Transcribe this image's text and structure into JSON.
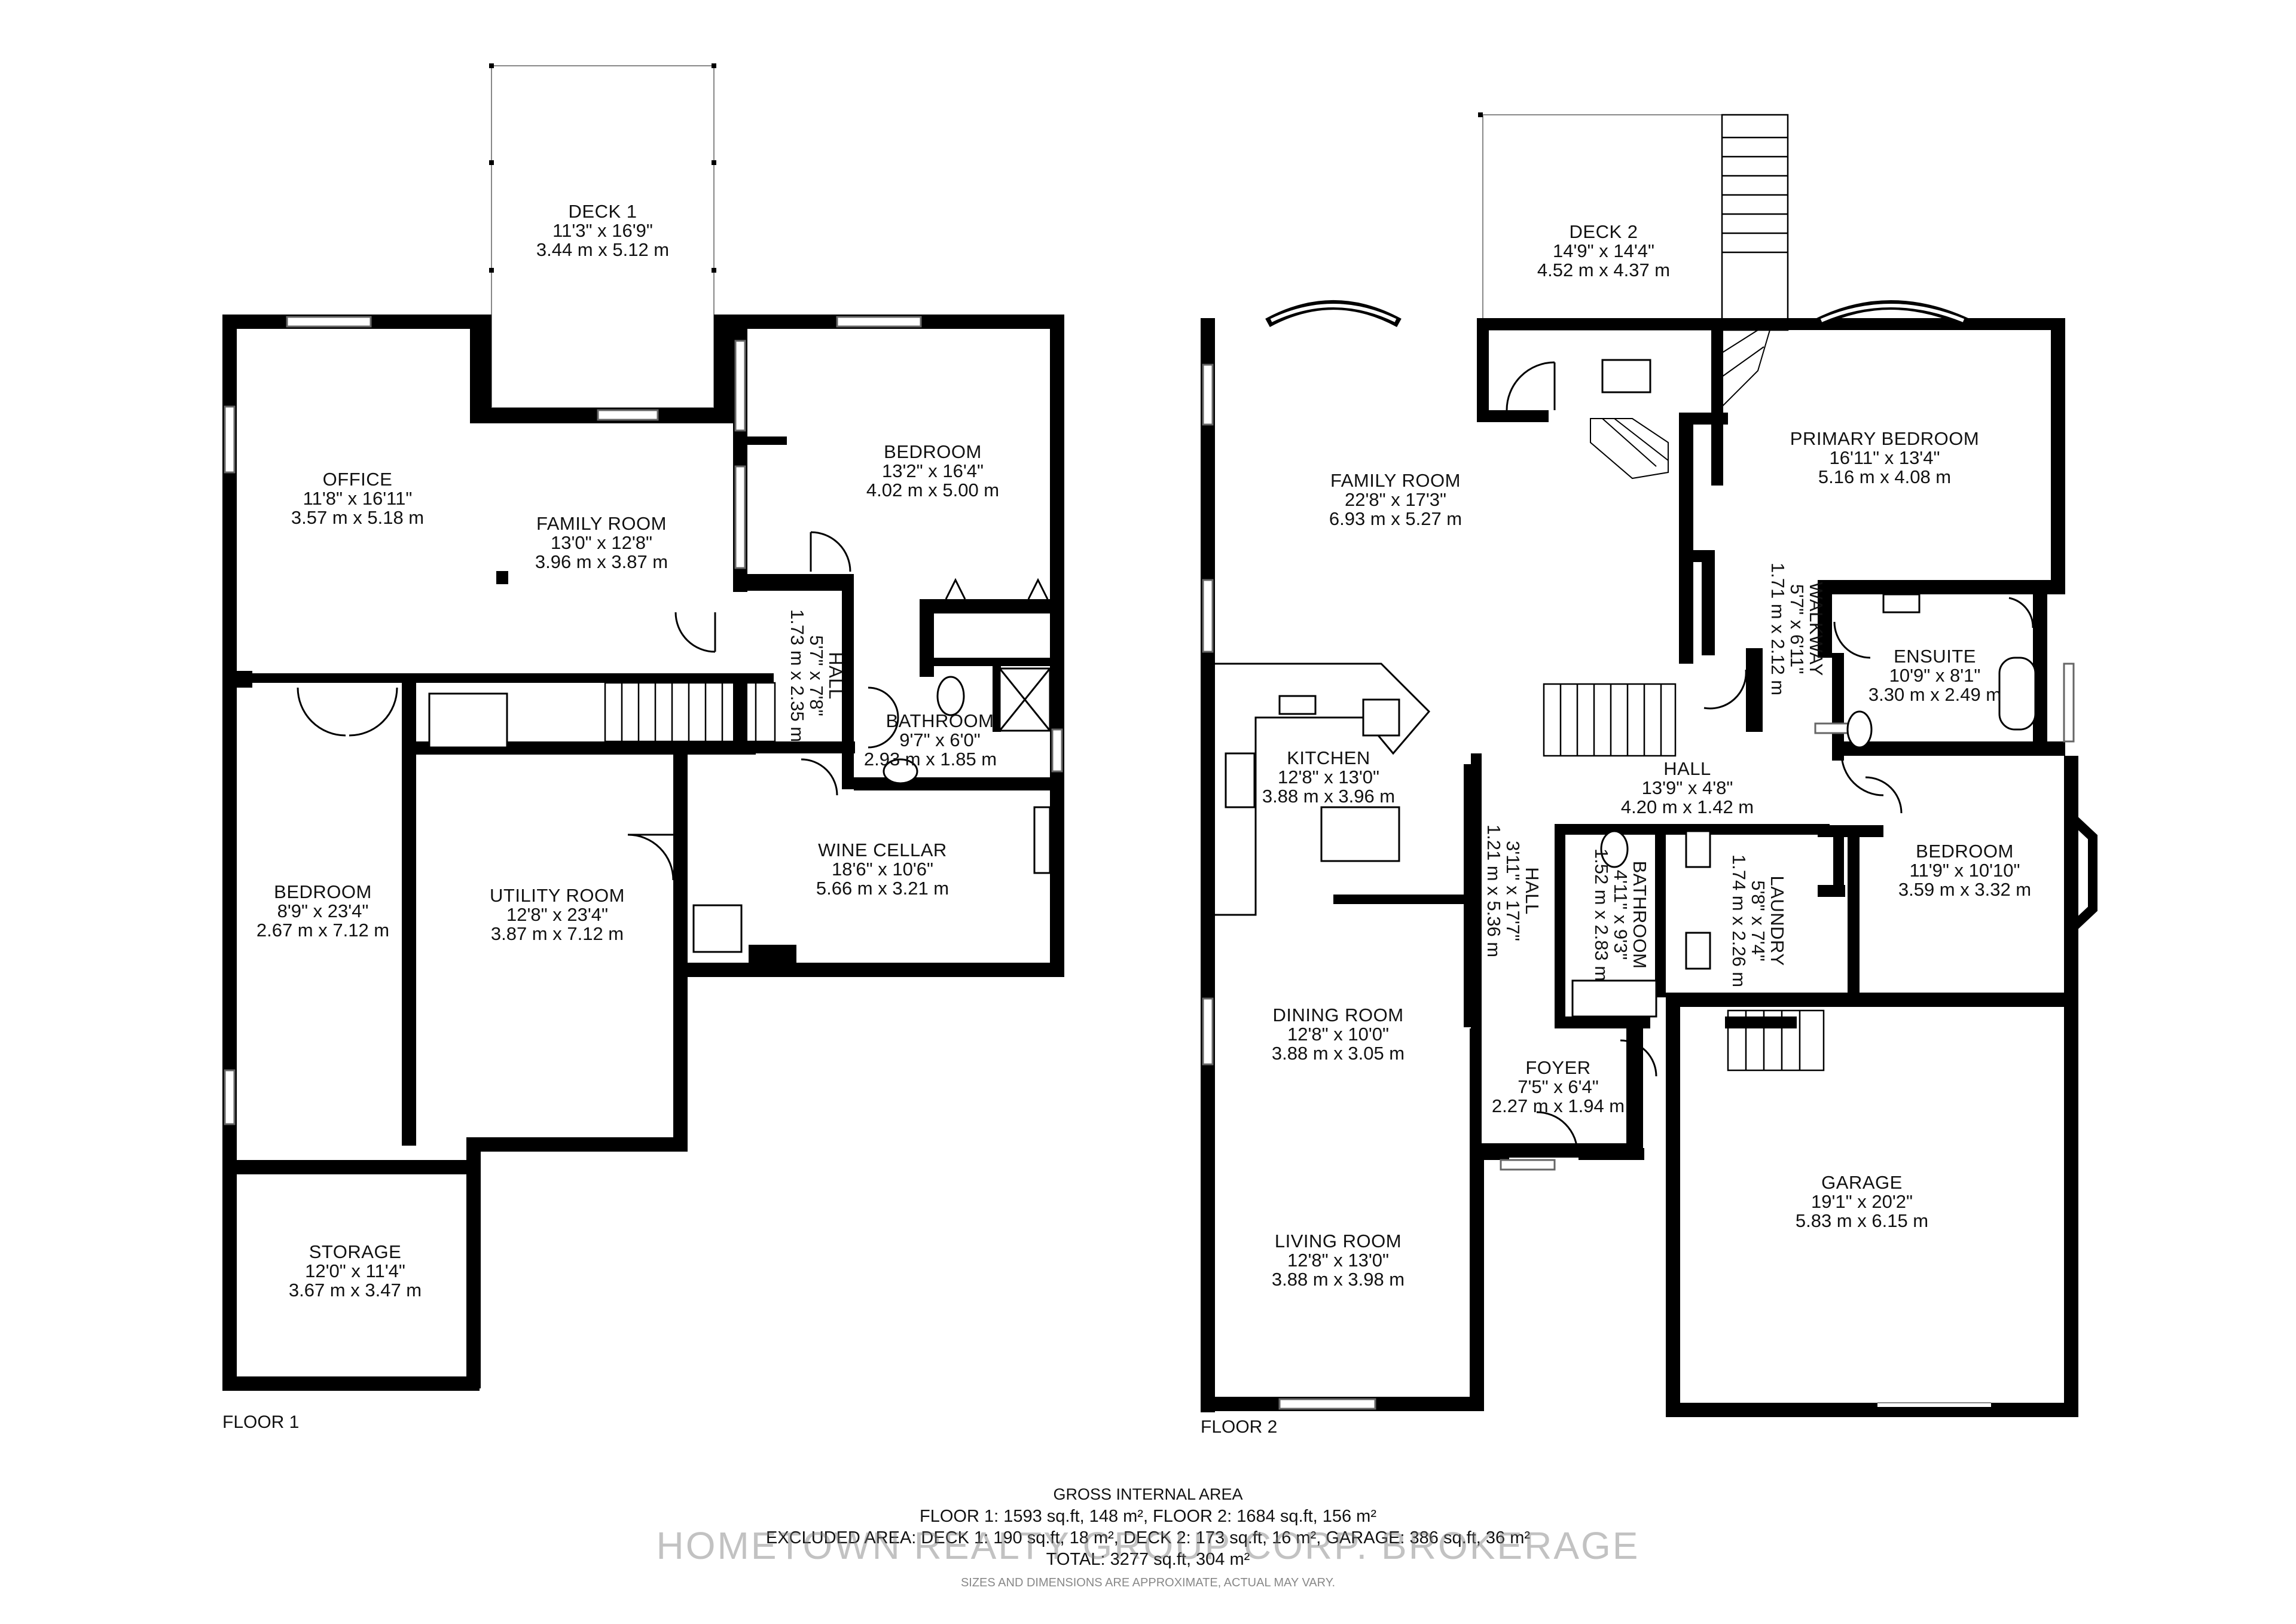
{
  "floor1": {
    "label": "FLOOR 1",
    "rooms": {
      "deck1": {
        "name": "DECK 1",
        "imperial": "11'3\" x 16'9\"",
        "metric": "3.44 m x 5.12 m"
      },
      "office": {
        "name": "OFFICE",
        "imperial": "11'8\" x 16'11\"",
        "metric": "3.57 m x 5.18 m"
      },
      "family": {
        "name": "FAMILY ROOM",
        "imperial": "13'0\" x 12'8\"",
        "metric": "3.96 m x 3.87 m"
      },
      "bedroom_ne": {
        "name": "BEDROOM",
        "imperial": "13'2\" x 16'4\"",
        "metric": "4.02 m x 5.00 m"
      },
      "hall": {
        "name": "HALL",
        "imperial": "5'7\" x 7'8\"",
        "metric": "1.73 m x 2.35 m"
      },
      "bathroom": {
        "name": "BATHROOM",
        "imperial": "9'7\" x 6'0\"",
        "metric": "2.93 m x 1.85 m"
      },
      "wine": {
        "name": "WINE CELLAR",
        "imperial": "18'6\" x 10'6\"",
        "metric": "5.66 m x 3.21 m"
      },
      "bedroom_w": {
        "name": "BEDROOM",
        "imperial": "8'9\" x 23'4\"",
        "metric": "2.67 m x 7.12 m"
      },
      "utility": {
        "name": "UTILITY ROOM",
        "imperial": "12'8\" x 23'4\"",
        "metric": "3.87 m x 7.12 m"
      },
      "storage": {
        "name": "STORAGE",
        "imperial": "12'0\" x 11'4\"",
        "metric": "3.67 m x 3.47 m"
      }
    }
  },
  "floor2": {
    "label": "FLOOR 2",
    "rooms": {
      "deck2": {
        "name": "DECK 2",
        "imperial": "14'9\" x 14'4\"",
        "metric": "4.52 m x 4.37 m"
      },
      "family": {
        "name": "FAMILY ROOM",
        "imperial": "22'8\" x 17'3\"",
        "metric": "6.93 m x 5.27 m"
      },
      "primary": {
        "name": "PRIMARY BEDROOM",
        "imperial": "16'11\" x 13'4\"",
        "metric": "5.16 m x 4.08 m"
      },
      "walkway": {
        "name": "WALKWAY",
        "imperial": "5'7\" x 6'11\"",
        "metric": "1.71 m x 2.12 m"
      },
      "ensuite": {
        "name": "ENSUITE",
        "imperial": "10'9\" x 8'1\"",
        "metric": "3.30 m x 2.49 m"
      },
      "kitchen": {
        "name": "KITCHEN",
        "imperial": "12'8\" x 13'0\"",
        "metric": "3.88 m x 3.96 m"
      },
      "hall_h": {
        "name": "HALL",
        "imperial": "13'9\" x 4'8\"",
        "metric": "4.20 m x 1.42 m"
      },
      "hall_v": {
        "name": "HALL",
        "imperial": "3'11\" x 17'7\"",
        "metric": "1.21 m x 5.36 m"
      },
      "bathroom": {
        "name": "BATHROOM",
        "imperial": "4'11\" x 9'3\"",
        "metric": "1.52 m x 2.83 m"
      },
      "laundry": {
        "name": "LAUNDRY",
        "imperial": "5'8\" x 7'4\"",
        "metric": "1.74 m x 2.26 m"
      },
      "bedroom": {
        "name": "BEDROOM",
        "imperial": "11'9\" x 10'10\"",
        "metric": "3.59 m x 3.32 m"
      },
      "dining": {
        "name": "DINING ROOM",
        "imperial": "12'8\" x 10'0\"",
        "metric": "3.88 m x 3.05 m"
      },
      "foyer": {
        "name": "FOYER",
        "imperial": "7'5\" x 6'4\"",
        "metric": "2.27 m x 1.94 m"
      },
      "garage": {
        "name": "GARAGE",
        "imperial": "19'1\" x 20'2\"",
        "metric": "5.83 m x 6.15 m"
      },
      "living": {
        "name": "LIVING ROOM",
        "imperial": "12'8\" x 13'0\"",
        "metric": "3.88 m x 3.98 m"
      }
    }
  },
  "footer": {
    "heading": "GROSS INTERNAL AREA",
    "line1": "FLOOR 1: 1593 sq.ft, 148 m², FLOOR 2: 1684 sq.ft, 156 m²",
    "line2": "EXCLUDED AREA: DECK 1: 190 sq.ft, 18 m², DECK 2: 173 sq.ft, 16 m², GARAGE: 386 sq.ft, 36 m²",
    "line3": "TOTAL: 3277 sq.ft, 304 m²",
    "note": "SIZES AND DIMENSIONS ARE APPROXIMATE, ACTUAL MAY VARY."
  },
  "watermark": "HOMETOWN REALTY GROUP CORP. BROKERAGE"
}
